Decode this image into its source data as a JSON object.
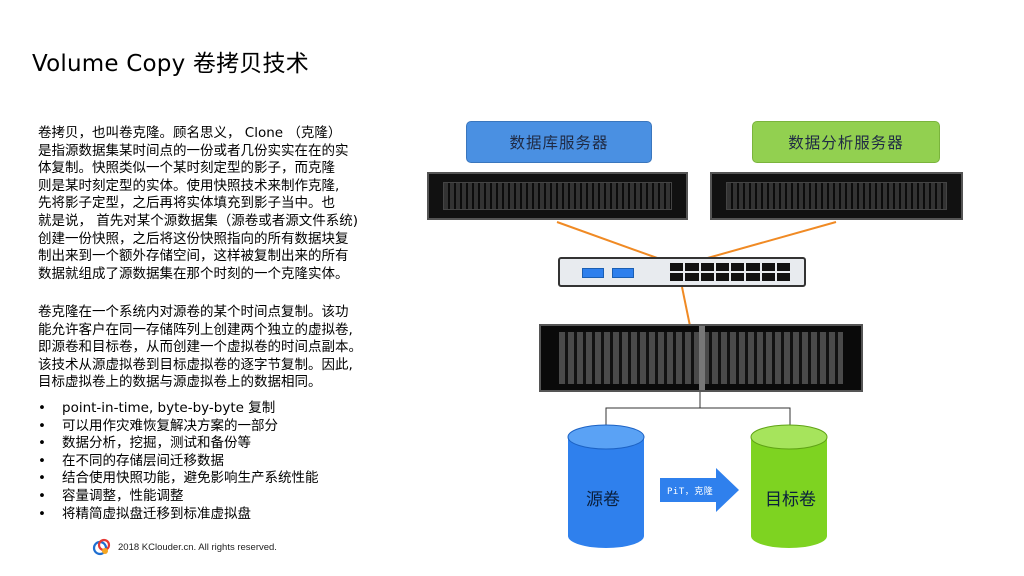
{
  "title": "Volume Copy 卷拷贝技术",
  "paragraphs": [
    [
      "卷拷贝，也叫卷克隆。顾名思义， Clone （克隆）",
      "是指源数据集某时间点的一份或者几份实实在在的实",
      "体复制。快照类似一个某时刻定型的影子，而克隆",
      "则是某时刻定型的实体。使用快照技术来制作克隆,",
      "先将影子定型，之后再将实体填充到影子当中。也",
      "就是说， 首先对某个源数据集（源卷或者源文件系统)",
      "创建一份快照，之后将这份快照指向的所有数据块复",
      "制出来到一个额外存储空间，这样被复制出来的所有",
      "数据就组成了源数据集在那个时刻的一个克隆实体。"
    ],
    [
      "卷克隆在一个系统内对源卷的某个时间点复制。该功",
      "能允许客户在同一存储阵列上创建两个独立的虚拟卷,",
      "即源卷和目标卷，从而创建一个虚拟卷的时间点副本。",
      "该技术从源虚拟卷到目标虚拟卷的逐字节复制。因此,",
      "目标虚拟卷上的数据与源虚拟卷上的数据相同。"
    ]
  ],
  "bullets": [
    "point-in-time, byte-by-byte 复制",
    "可以用作灾难恢复解决方案的一部分",
    "数据分析，挖掘，测试和备份等",
    "在不同的存储层间迁移数据",
    "结合使用快照功能，避免影响生产系统性能",
    "容量调整，性能调整",
    "将精简虚拟盘迁移到标准虚拟盘"
  ],
  "footer": "2018 KClouder.cn. All rights reserved.",
  "diagram": {
    "db_server": "数据库服务器",
    "analytics_server": "数据分析服务器",
    "source_volume": "源卷",
    "target_volume": "目标卷",
    "copy_arrow": "PiT，克隆"
  },
  "colors": {
    "db_server": "#4a90e2",
    "analytics_server": "#92d050",
    "source_volume": "#2f80ed",
    "target_volume": "#7ed321",
    "arrow": "#2f80ed",
    "link": "#f08a24"
  }
}
